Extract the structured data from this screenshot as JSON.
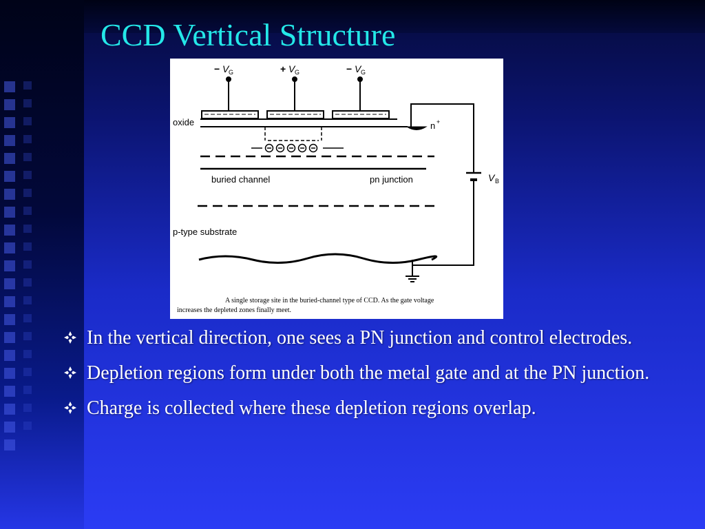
{
  "title": "CCD Vertical Structure",
  "figure": {
    "gate_left_sign": "−",
    "gate_center_sign": "+",
    "gate_right_sign": "−",
    "gate_symbol": "V",
    "gate_subscript": "G",
    "oxide_label": "oxide",
    "n_label": "n",
    "n_superscript": "+",
    "buried_channel_label": "buried channel",
    "pn_junction_label": "pn junction",
    "substrate_label": "p-type substrate",
    "bias_symbol": "V",
    "bias_subscript": "B",
    "caption_line1": "A single storage site in the buried-channel type of CCD. As the gate voltage",
    "caption_line2": "increases the depleted zones finally meet."
  },
  "bullets": [
    "In the vertical direction, one sees a PN junction and control electrodes.",
    "Depletion regions form under both the metal gate and at the PN junction.",
    "Charge is collected where these depletion regions overlap."
  ],
  "colors": {
    "title": "#24e8e8",
    "bullet_icon": "#ffffff"
  }
}
